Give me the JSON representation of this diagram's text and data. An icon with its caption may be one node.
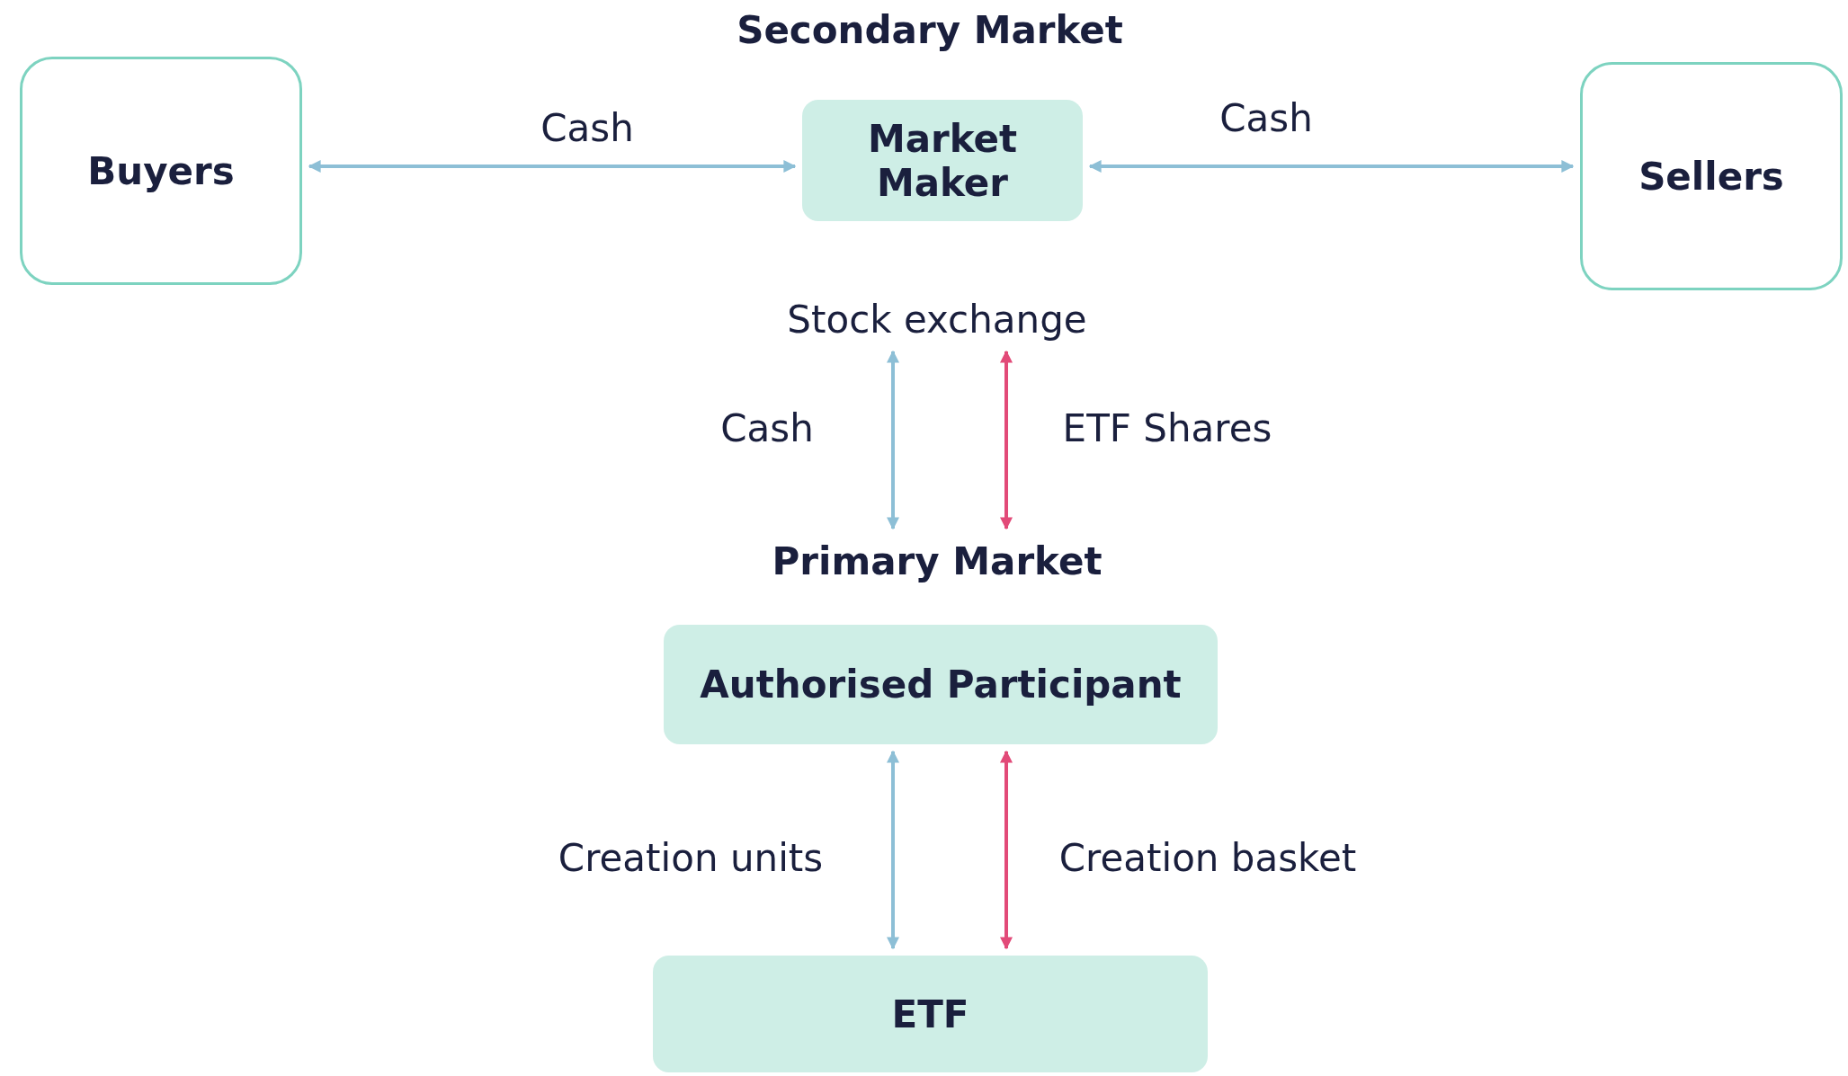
{
  "diagram": {
    "title": "Secondary Market",
    "nodes": [
      {
        "text": [
          "Buyers"
        ]
      },
      {
        "text": [
          "Market Maker"
        ]
      },
      {
        "text": [
          "Sellers"
        ]
      },
      {
        "text": [
          "Stock exchange"
        ]
      },
      {
        "text": [
          "Primary Market"
        ]
      },
      {
        "text": [
          "Authorised Participant"
        ]
      },
      {
        "text": [
          "ETF"
        ]
      }
    ],
    "edges": [
      {
        "from": 0,
        "to": 1,
        "arrow": "both",
        "label": "Cash"
      },
      {
        "from": 1,
        "to": 2,
        "arrow": "both",
        "label": "Cash"
      },
      {
        "from": 3,
        "to": 4,
        "arrow": "both",
        "label": "Cash"
      },
      {
        "from": 3,
        "to": 4,
        "arrow": "both",
        "label": "ETF Shares",
        "color": "#e24a78"
      },
      {
        "from": 5,
        "to": 6,
        "arrow": "both",
        "label": "Creation units"
      },
      {
        "from": 5,
        "to": 6,
        "arrow": "both",
        "label": "Creation basket",
        "color": "#e24a78"
      }
    ]
  }
}
